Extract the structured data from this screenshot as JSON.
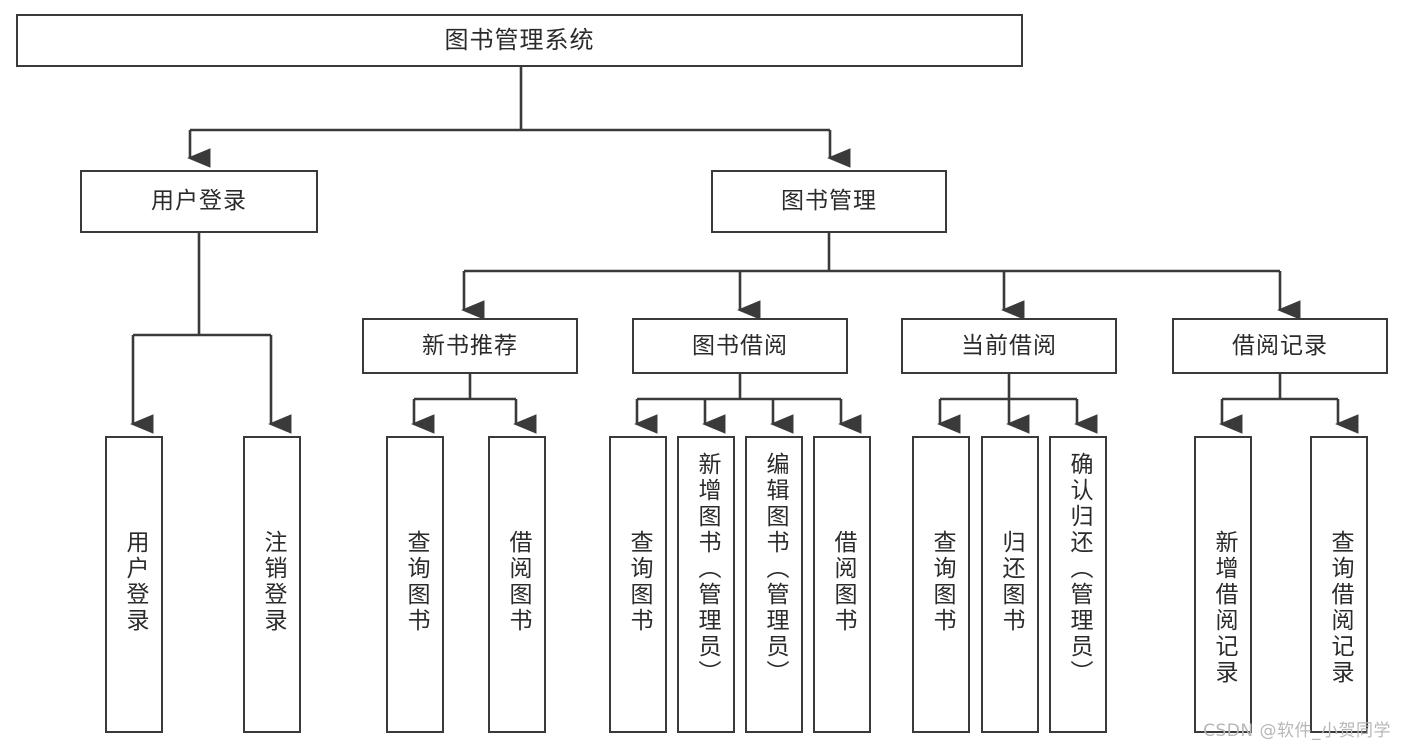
{
  "diagram": {
    "title": "图书管理系统",
    "type": "tree-hierarchy",
    "watermark": "CSDN @软件_小贺同学",
    "colors": {
      "stroke": "#3a3a3a",
      "fill": "#ffffff",
      "text": "#2b2b2b",
      "watermark": "#b7b7b7"
    },
    "nodes": {
      "root": {
        "label": "图书管理系统"
      },
      "level2": [
        {
          "id": "user-login",
          "label": "用户登录"
        },
        {
          "id": "book-manage",
          "label": "图书管理"
        }
      ],
      "level3": [
        {
          "id": "new-book-rec",
          "label": "新书推荐"
        },
        {
          "id": "book-borrow",
          "label": "图书借阅"
        },
        {
          "id": "current-borrow",
          "label": "当前借阅"
        },
        {
          "id": "borrow-record",
          "label": "借阅记录"
        }
      ],
      "leaves": [
        {
          "id": "leaf-user-login",
          "label": "用户登录",
          "parent": "user-login"
        },
        {
          "id": "leaf-logout-login",
          "label": "注销登录",
          "parent": "user-login"
        },
        {
          "id": "leaf-query-book-1",
          "label": "查询图书",
          "parent": "new-book-rec"
        },
        {
          "id": "leaf-borrow-book-1",
          "label": "借阅图书",
          "parent": "new-book-rec"
        },
        {
          "id": "leaf-query-book-2",
          "label": "查询图书",
          "parent": "book-borrow"
        },
        {
          "id": "leaf-add-book",
          "label": "新增图书（管理员）",
          "parent": "book-borrow"
        },
        {
          "id": "leaf-edit-book",
          "label": "编辑图书（管理员）",
          "parent": "book-borrow"
        },
        {
          "id": "leaf-borrow-book-2",
          "label": "借阅图书",
          "parent": "book-borrow"
        },
        {
          "id": "leaf-query-book-3",
          "label": "查询图书",
          "parent": "current-borrow"
        },
        {
          "id": "leaf-return-book",
          "label": "归还图书",
          "parent": "current-borrow"
        },
        {
          "id": "leaf-confirm-return",
          "label": "确认归还（管理员）",
          "parent": "current-borrow"
        },
        {
          "id": "leaf-add-record",
          "label": "新增借阅记录",
          "parent": "borrow-record"
        },
        {
          "id": "leaf-query-record",
          "label": "查询借阅记录",
          "parent": "borrow-record"
        }
      ]
    }
  }
}
